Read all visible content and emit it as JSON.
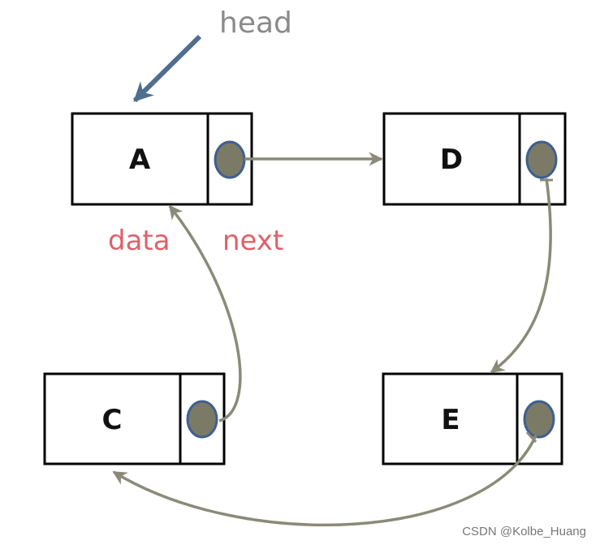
{
  "diagram": {
    "head_label": "head",
    "field_labels": {
      "data": "data",
      "next": "next"
    },
    "nodes": [
      {
        "id": "A",
        "label": "A"
      },
      {
        "id": "D",
        "label": "D"
      },
      {
        "id": "C",
        "label": "C"
      },
      {
        "id": "E",
        "label": "E"
      }
    ],
    "links": [
      {
        "from": "A",
        "to": "D"
      },
      {
        "from": "D",
        "to": "E"
      },
      {
        "from": "E",
        "to": "C"
      },
      {
        "from": "C",
        "to": "A"
      }
    ]
  },
  "watermark": "CSDN @Kolbe_Huang",
  "colors": {
    "arrow": "#8a8a78",
    "head_arrow": "#4f6f8f",
    "pointer_fill": "#7a7a66",
    "pointer_stroke": "#3f5f8f",
    "field_label": "#e0606a",
    "head_label": "#8a8a8a"
  }
}
